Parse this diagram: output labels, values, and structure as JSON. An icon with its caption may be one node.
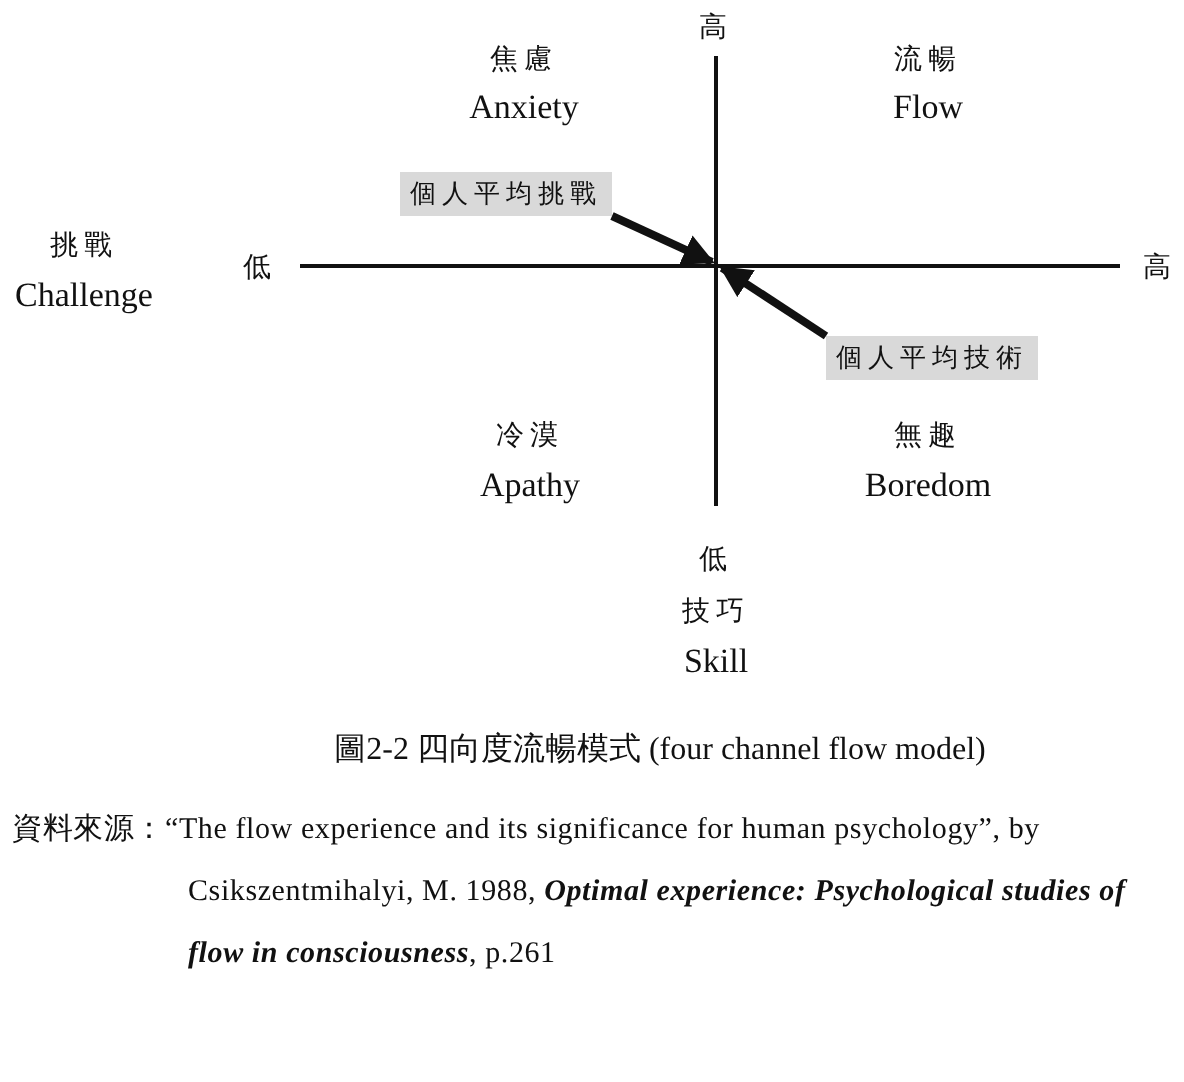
{
  "diagram": {
    "caption": "圖2-2 四向度流暢模式 (four channel flow model)",
    "nodes": [
      {
        "text": [
          "個人平均挑戰"
        ]
      },
      {
        "text": [
          "個人平均技術"
        ]
      }
    ],
    "edges": [
      {
        "from": 0,
        "to": null,
        "arrow": "to"
      },
      {
        "from": 1,
        "to": null,
        "arrow": "to"
      }
    ],
    "labels": [
      "高",
      "焦慮",
      "Anxiety",
      "流暢",
      "Flow",
      "挑戰",
      "Challenge",
      "低",
      "高",
      "冷漠",
      "Apathy",
      "無趣",
      "Boredom",
      "低",
      "技巧",
      "Skill",
      "資料來源：“The flow experience and its significance for human psychology”, by Csikszentmihalyi, M. 1988, **Optimal experience: Psychological studies of flow in consciousness**, p.261"
    ]
  }
}
